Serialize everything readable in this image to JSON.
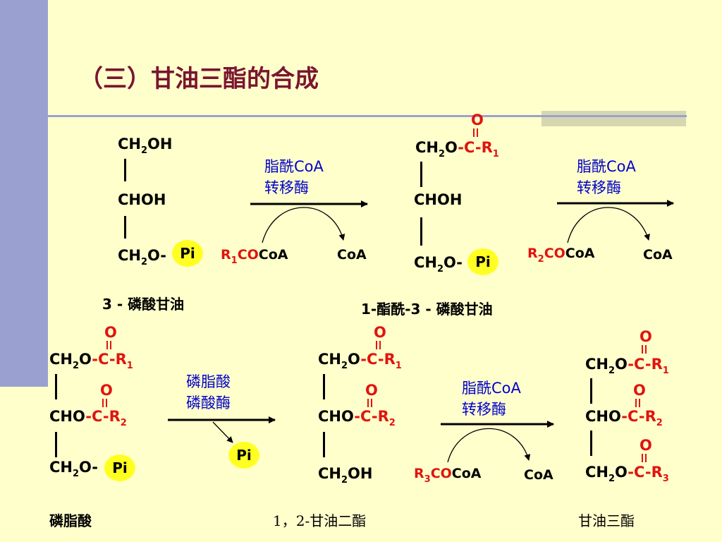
{
  "title": "（三）甘油三酯的合成",
  "colors": {
    "background": "#FFFFCC",
    "sidebar": "#9AA1D0",
    "title": "#7A1530",
    "carbonyl": "#E0140E",
    "enzyme": "#0000CC",
    "pi_fill": "#FFFF22"
  },
  "atoms": {
    "ch2": "CH",
    "two": "2",
    "oh": "OH",
    "o_dash": "O-",
    "chohtxt": "CHOH",
    "cho": "CHO",
    "dash_c": "-C-",
    "r": "R",
    "o": "O",
    "pi": "Pi"
  },
  "step1": {
    "enzyme_line1": "脂酰",
    "enzyme_coa": "CoA",
    "enzyme_line2": "转移酶",
    "donor_r": "R",
    "donor_sub": "1",
    "donor_co": "CO",
    "donor_coa": "CoA",
    "product_coa": "CoA"
  },
  "step2": {
    "enzyme_line1": "脂酰",
    "enzyme_coa": "CoA",
    "enzyme_line2": "转移酶",
    "donor_r": "R",
    "donor_sub": "2",
    "donor_co": "CO",
    "donor_coa": "CoA",
    "product_coa": "CoA"
  },
  "step3": {
    "enzyme_line1": "磷脂酸",
    "enzyme_line2": "磷酸酶",
    "released": "Pi"
  },
  "step4": {
    "enzyme_line1": "脂酰",
    "enzyme_coa": "CoA",
    "enzyme_line2": "转移酶",
    "donor_r": "R",
    "donor_sub": "3",
    "donor_co": "CO",
    "donor_coa": "CoA",
    "product_coa": "CoA"
  },
  "compounds": {
    "c1": "3 - 磷酸甘油",
    "c2": "1-酯酰-3 - 磷酸甘油",
    "c3": "磷脂酸",
    "c4": "1，2-甘油二酯",
    "c5": "甘油三酯"
  },
  "subs": {
    "one": "1",
    "two": "2",
    "three": "3"
  }
}
